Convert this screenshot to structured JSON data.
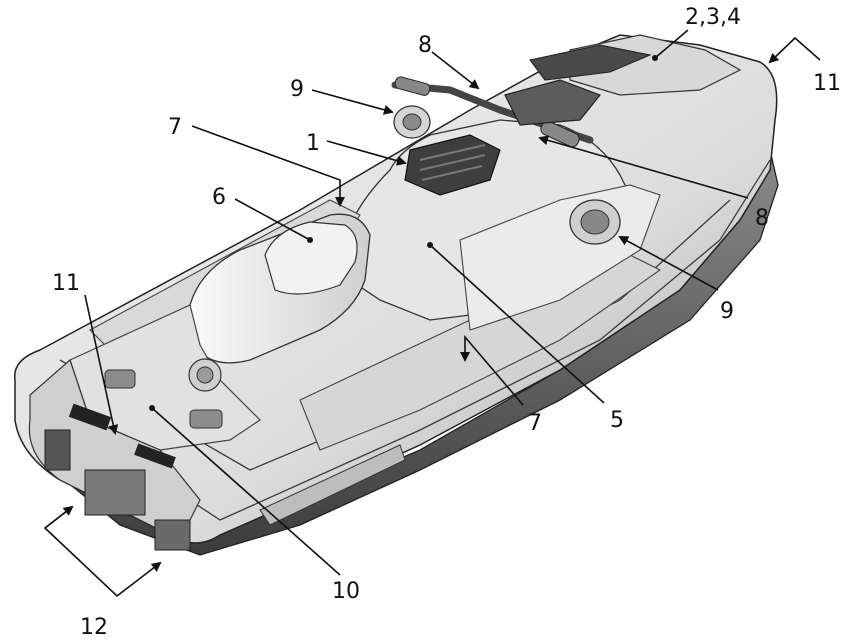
{
  "callouts": {
    "c1": "1",
    "c234": "2,3,4",
    "c5": "5",
    "c6": "6",
    "c7a": "7",
    "c7b": "7",
    "c8a": "8",
    "c8b": "8",
    "c9a": "9",
    "c9b": "9",
    "c10": "10",
    "c11a": "11",
    "c11b": "11",
    "c12": "12"
  }
}
